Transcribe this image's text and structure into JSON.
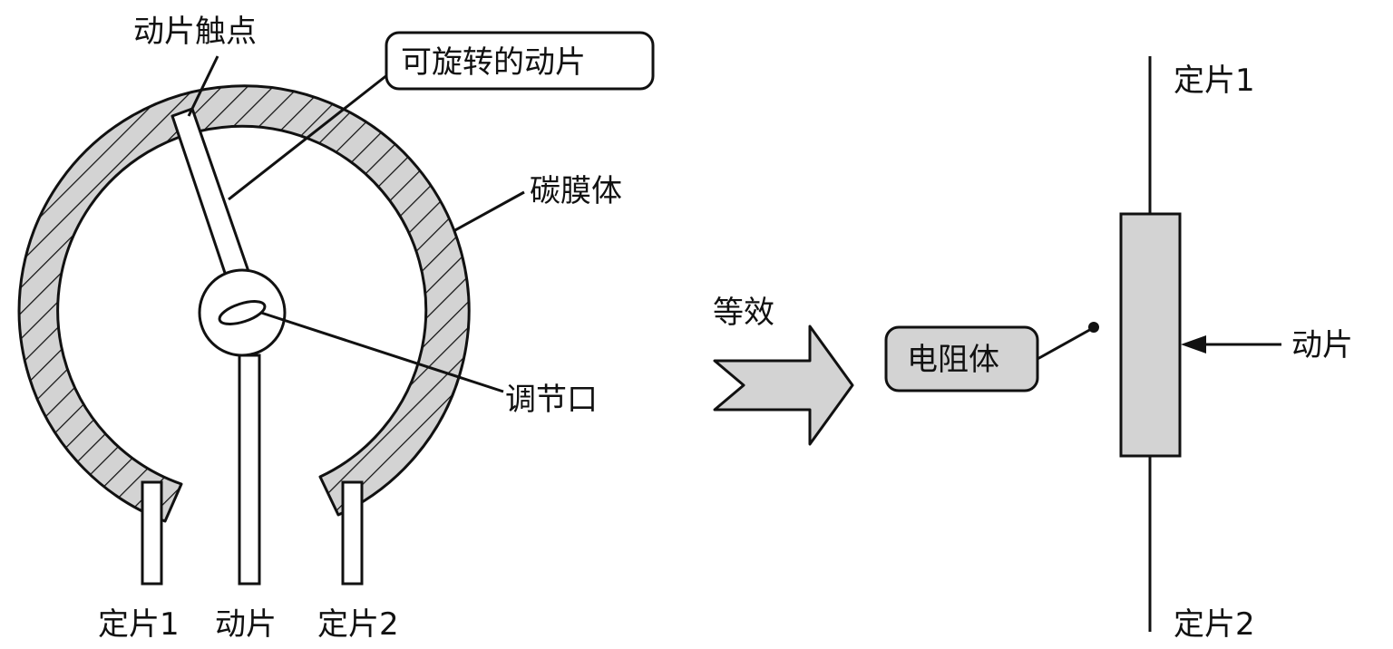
{
  "left_figure": {
    "labels": {
      "contact": "动片触点",
      "rotating_wiper": "可旋转的动片",
      "carbon_film": "碳膜体",
      "adjust_slot": "调节口",
      "fixed1": "定片1",
      "wiper": "动片",
      "fixed2": "定片2"
    }
  },
  "equivalent_label": "等效",
  "right_figure": {
    "labels": {
      "fixed1": "定片1",
      "fixed2": "定片2",
      "wiper": "动片",
      "resistor_body": "电阻体"
    }
  },
  "colors": {
    "fill_gray": "#d3d3d3",
    "line": "#111111"
  }
}
